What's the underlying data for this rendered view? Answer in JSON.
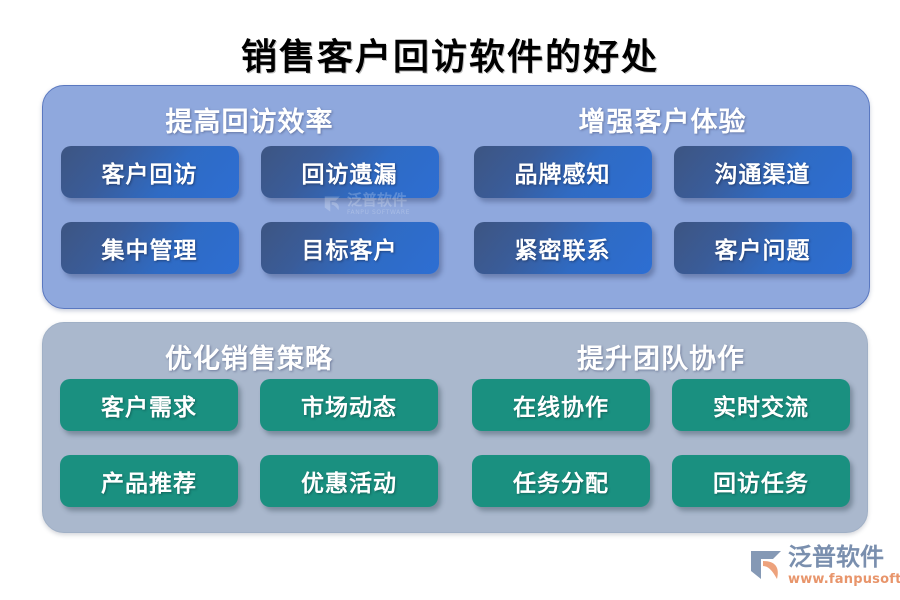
{
  "title": "销售客户回访软件的好处",
  "panels": [
    {
      "id": "panel-blue",
      "accent_color": "#8fa8dd",
      "chip_color": "#2f6bc4",
      "groups": [
        {
          "title": "提高回访效率",
          "chips": [
            "客户回访",
            "回访遗漏",
            "集中管理",
            "目标客户"
          ]
        },
        {
          "title": "增强客户体验",
          "chips": [
            "品牌感知",
            "沟通渠道",
            "紧密联系",
            "客户问题"
          ]
        }
      ]
    },
    {
      "id": "panel-green",
      "accent_color": "#aab8cd",
      "chip_color": "#1a9080",
      "groups": [
        {
          "title": "优化销售策略",
          "chips": [
            "客户需求",
            "市场动态",
            "产品推荐",
            "优惠活动"
          ]
        },
        {
          "title": "提升团队协作",
          "chips": [
            "在线协作",
            "实时交流",
            "任务分配",
            "回访任务"
          ]
        }
      ]
    }
  ],
  "watermark": {
    "name": "泛普软件",
    "subtitle": "FANPU SOFTWARE"
  },
  "logo": {
    "name": "泛普软件",
    "url": "www.fanpusoft.com",
    "name_color": "#7a8fae",
    "url_color": "#e8956b"
  }
}
